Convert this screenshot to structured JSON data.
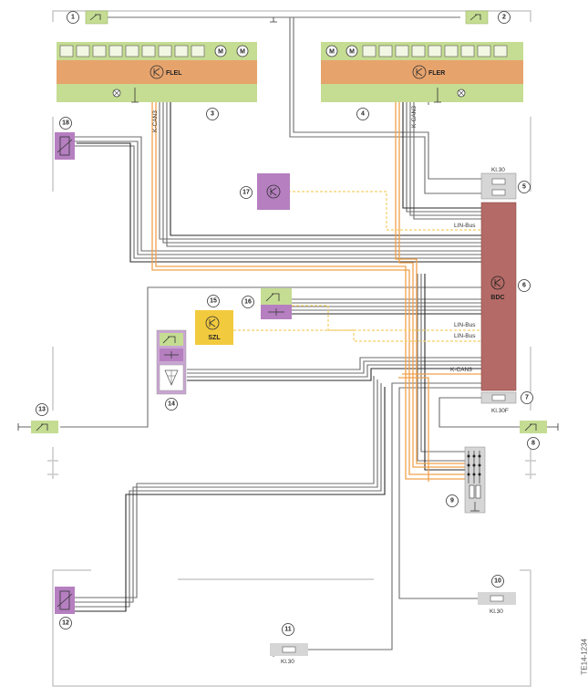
{
  "colors": {
    "green": "#c5dc93",
    "orange_band": "#e7a36c",
    "purple": "#b57fc0",
    "yellow": "#f2ca3e",
    "bdc_red": "#b46a66",
    "fuse_gray": "#d6d6d6",
    "wire_gray": "#6d6d6d",
    "wire_dark": "#2a2a2a",
    "wire_orange": "#f0a14c",
    "dashed_yellow": "#f3cf68",
    "frame_gray": "#c8c8c8"
  },
  "callouts": [
    "1",
    "2",
    "3",
    "4",
    "5",
    "6",
    "7",
    "8",
    "9",
    "10",
    "11",
    "12",
    "13",
    "14",
    "15",
    "16",
    "17",
    "18"
  ],
  "modules": {
    "flel": "FLEL",
    "fler": "FLER",
    "bdc": "BDC",
    "szl": "SZL"
  },
  "labels": {
    "k_can3_left": "K-CAN3",
    "k_can3_right": "K-CAN3",
    "k_can3_bdc": "K-CAN3",
    "kl30_top": "Kl.30",
    "kl30f": "Kl.30F",
    "lin_bus_1": "LIN-Bus",
    "lin_bus_2": "LIN-Bus",
    "lin_bus_3": "LIN-Bus",
    "kl30_10": "Kl.30",
    "kl30_11": "Kl.30",
    "motor_glyph": "M"
  },
  "doc_id": "TE14-1234"
}
